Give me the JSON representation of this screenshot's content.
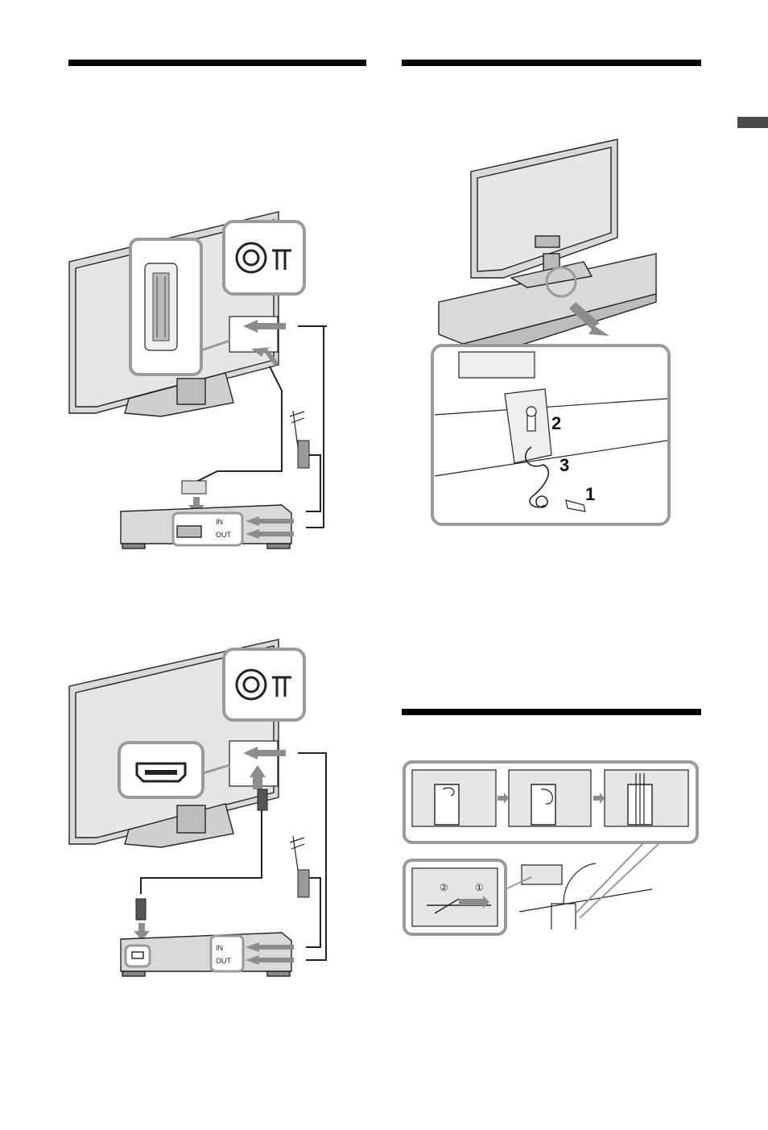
{
  "labels": {
    "scart_in": "IN",
    "scart_out": "OUT",
    "hdmi_in": "IN",
    "hdmi_out": "OUT",
    "step_1": "1",
    "step_2": "2",
    "step_3": "3",
    "clip_step_1": "①",
    "clip_step_2": "②"
  },
  "icons": {
    "section_rules": [
      "top-left-rule",
      "top-right-rule",
      "mid-right-rule"
    ],
    "decor": [
      "aerial-symbol-icon",
      "scart-connector-icon",
      "hdmi-connector-icon",
      "arrow-icon",
      "screw-icon",
      "belt-icon",
      "cable-clip-icon"
    ]
  },
  "colors": {
    "rule": "#000000",
    "outline": "#222222",
    "panel": "#d9d9d9",
    "callout_border": "#9a9a9a",
    "arrow": "#8c8c8c",
    "side_tab": "#4a4a4a"
  }
}
